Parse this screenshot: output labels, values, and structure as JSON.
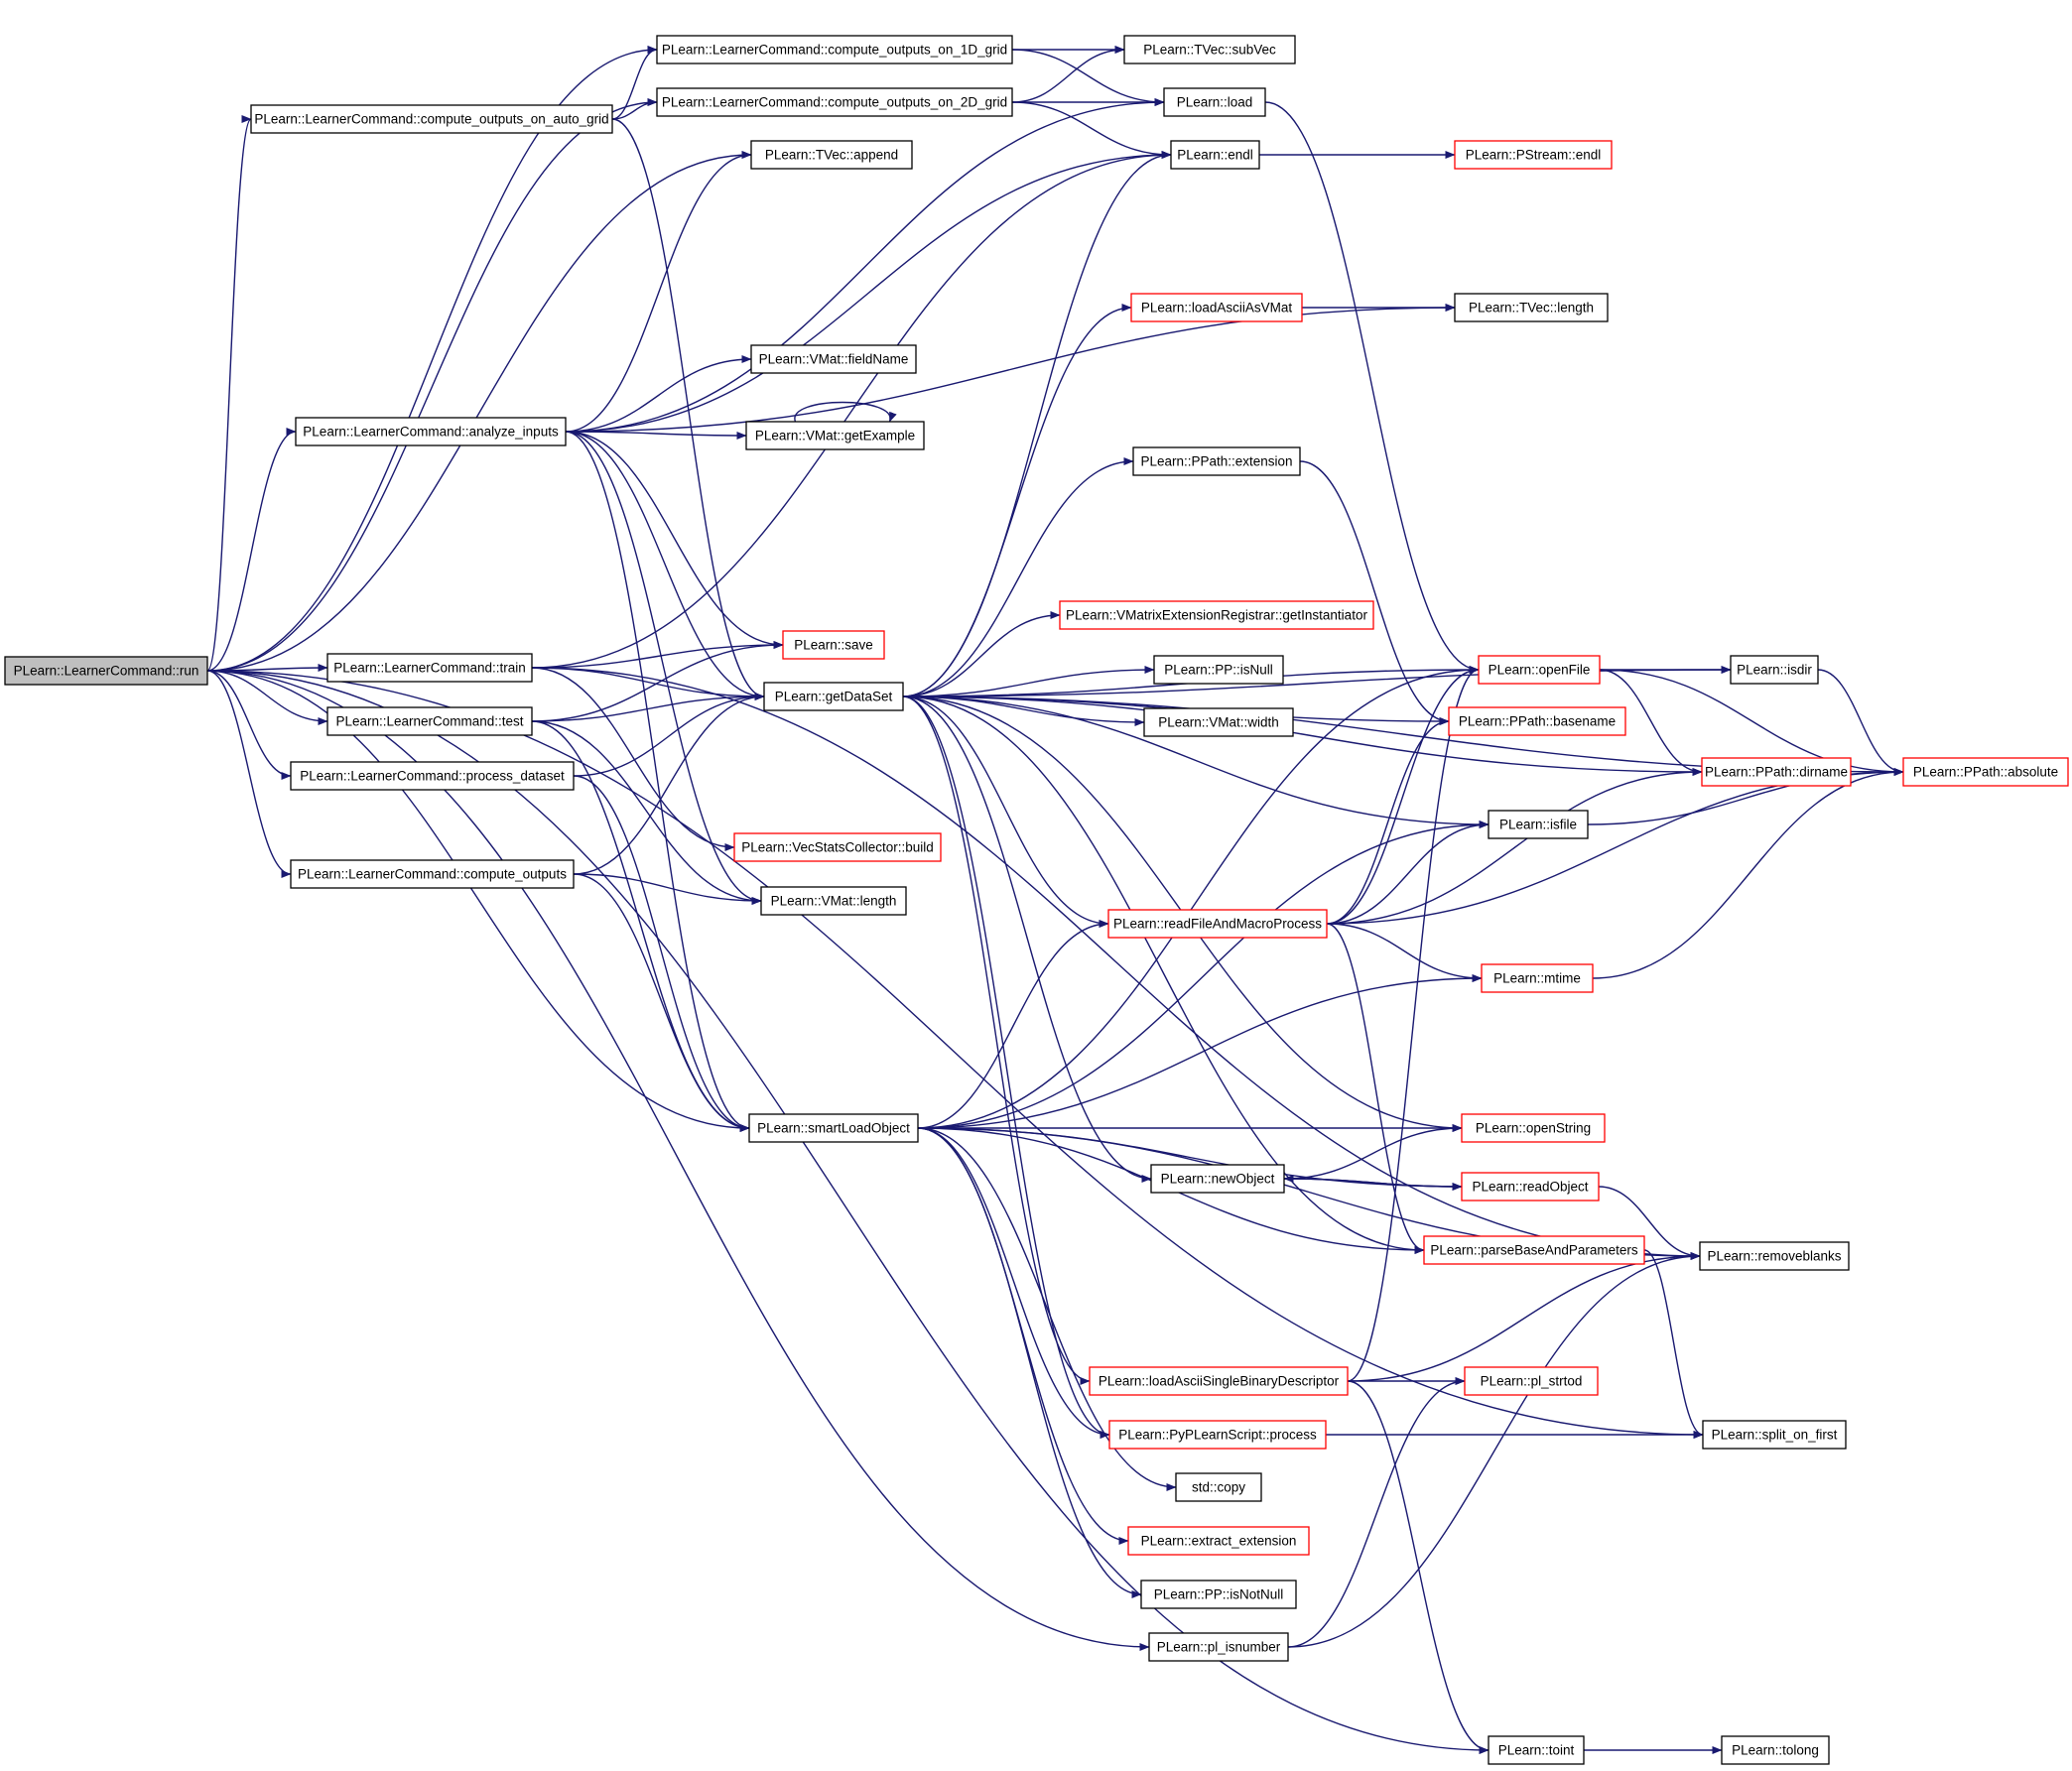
{
  "colors": {
    "edge": "#191970",
    "node_border": "#000000",
    "node_border_red": "#ff0000",
    "root_fill": "#bfbfbf",
    "node_fill": "#ffffff"
  },
  "nodes": [
    {
      "id": "run",
      "label": "PLearn::LearnerCommand::run",
      "style": "root"
    },
    {
      "id": "c1d",
      "label": "PLearn::LearnerCommand::compute_outputs_on_1D_grid",
      "style": "black"
    },
    {
      "id": "cauto",
      "label": "PLearn::LearnerCommand::compute_outputs_on_auto_grid",
      "style": "black"
    },
    {
      "id": "c2d",
      "label": "PLearn::LearnerCommand::compute_outputs_on_2D_grid",
      "style": "black"
    },
    {
      "id": "tappend",
      "label": "PLearn::TVec::append",
      "style": "black"
    },
    {
      "id": "analyze",
      "label": "PLearn::LearnerCommand::analyze_inputs",
      "style": "black"
    },
    {
      "id": "fieldname",
      "label": "PLearn::VMat::fieldName",
      "style": "black"
    },
    {
      "id": "getex",
      "label": "PLearn::VMat::getExample",
      "style": "black"
    },
    {
      "id": "train",
      "label": "PLearn::LearnerCommand::train",
      "style": "black"
    },
    {
      "id": "save",
      "label": "PLearn::save",
      "style": "red"
    },
    {
      "id": "test",
      "label": "PLearn::LearnerCommand::test",
      "style": "black"
    },
    {
      "id": "getds",
      "label": "PLearn::getDataSet",
      "style": "black"
    },
    {
      "id": "procds",
      "label": "PLearn::LearnerCommand::process_dataset",
      "style": "black"
    },
    {
      "id": "vsbuild",
      "label": "PLearn::VecStatsCollector::build",
      "style": "red"
    },
    {
      "id": "cout",
      "label": "PLearn::LearnerCommand::compute_outputs",
      "style": "black"
    },
    {
      "id": "vlength",
      "label": "PLearn::VMat::length",
      "style": "black"
    },
    {
      "id": "smart",
      "label": "PLearn::smartLoadObject",
      "style": "black"
    },
    {
      "id": "subvec",
      "label": "PLearn::TVec::subVec",
      "style": "black"
    },
    {
      "id": "load",
      "label": "PLearn::load",
      "style": "black"
    },
    {
      "id": "endl",
      "label": "PLearn::endl",
      "style": "black"
    },
    {
      "id": "psendl",
      "label": "PLearn::PStream::endl",
      "style": "red"
    },
    {
      "id": "loadascii",
      "label": "PLearn::loadAsciiAsVMat",
      "style": "red"
    },
    {
      "id": "tlength",
      "label": "PLearn::TVec::length",
      "style": "black"
    },
    {
      "id": "ext",
      "label": "PLearn::PPath::extension",
      "style": "black"
    },
    {
      "id": "vmreg",
      "label": "PLearn::VMatrixExtensionRegistrar::getInstantiator",
      "style": "red"
    },
    {
      "id": "isnull",
      "label": "PLearn::PP::isNull",
      "style": "black"
    },
    {
      "id": "vwidth",
      "label": "PLearn::VMat::width",
      "style": "black"
    },
    {
      "id": "readfile",
      "label": "PLearn::readFileAndMacroProcess",
      "style": "red"
    },
    {
      "id": "openfile",
      "label": "PLearn::openFile",
      "style": "red"
    },
    {
      "id": "basename",
      "label": "PLearn::PPath::basename",
      "style": "red"
    },
    {
      "id": "isdir",
      "label": "PLearn::isdir",
      "style": "black"
    },
    {
      "id": "dirname",
      "label": "PLearn::PPath::dirname",
      "style": "red"
    },
    {
      "id": "absolute",
      "label": "PLearn::PPath::absolute",
      "style": "red"
    },
    {
      "id": "isfile",
      "label": "PLearn::isfile",
      "style": "black"
    },
    {
      "id": "mtime",
      "label": "PLearn::mtime",
      "style": "red"
    },
    {
      "id": "openstr",
      "label": "PLearn::openString",
      "style": "red"
    },
    {
      "id": "newobj",
      "label": "PLearn::newObject",
      "style": "black"
    },
    {
      "id": "readobj",
      "label": "PLearn::readObject",
      "style": "red"
    },
    {
      "id": "parsebase",
      "label": "PLearn::parseBaseAndParameters",
      "style": "red"
    },
    {
      "id": "removeblanks",
      "label": "PLearn::removeblanks",
      "style": "black"
    },
    {
      "id": "loadbin",
      "label": "PLearn::loadAsciiSingleBinaryDescriptor",
      "style": "red"
    },
    {
      "id": "plstrtod",
      "label": "PLearn::pl_strtod",
      "style": "red"
    },
    {
      "id": "pyproc",
      "label": "PLearn::PyPLearnScript::process",
      "style": "red"
    },
    {
      "id": "split",
      "label": "PLearn::split_on_first",
      "style": "black"
    },
    {
      "id": "stdcopy",
      "label": "std::copy",
      "style": "black"
    },
    {
      "id": "extract",
      "label": "PLearn::extract_extension",
      "style": "red"
    },
    {
      "id": "isnotnull",
      "label": "PLearn::PP::isNotNull",
      "style": "black"
    },
    {
      "id": "plisnum",
      "label": "PLearn::pl_isnumber",
      "style": "black"
    },
    {
      "id": "toint",
      "label": "PLearn::toint",
      "style": "black"
    },
    {
      "id": "tolong",
      "label": "PLearn::tolong",
      "style": "black"
    }
  ],
  "edges": [
    [
      "run",
      "c1d"
    ],
    [
      "run",
      "cauto"
    ],
    [
      "run",
      "c2d"
    ],
    [
      "run",
      "tappend"
    ],
    [
      "run",
      "analyze"
    ],
    [
      "run",
      "train"
    ],
    [
      "run",
      "test"
    ],
    [
      "run",
      "procds"
    ],
    [
      "run",
      "cout"
    ],
    [
      "run",
      "smart"
    ],
    [
      "run",
      "plisnum"
    ],
    [
      "run",
      "toint"
    ],
    [
      "run",
      "split"
    ],
    [
      "cauto",
      "c1d"
    ],
    [
      "cauto",
      "c2d"
    ],
    [
      "cauto",
      "getds"
    ],
    [
      "c1d",
      "subvec"
    ],
    [
      "c1d",
      "load"
    ],
    [
      "c2d",
      "subvec"
    ],
    [
      "c2d",
      "load"
    ],
    [
      "c2d",
      "endl"
    ],
    [
      "analyze",
      "tappend"
    ],
    [
      "analyze",
      "fieldname"
    ],
    [
      "analyze",
      "getex"
    ],
    [
      "analyze",
      "endl"
    ],
    [
      "analyze",
      "load"
    ],
    [
      "analyze",
      "tlength"
    ],
    [
      "analyze",
      "save"
    ],
    [
      "analyze",
      "getds"
    ],
    [
      "analyze",
      "smart"
    ],
    [
      "analyze",
      "vlength"
    ],
    [
      "getex",
      "getex"
    ],
    [
      "train",
      "save"
    ],
    [
      "train",
      "getds"
    ],
    [
      "train",
      "endl"
    ],
    [
      "train",
      "vsbuild"
    ],
    [
      "train",
      "removeblanks"
    ],
    [
      "test",
      "save"
    ],
    [
      "test",
      "getds"
    ],
    [
      "test",
      "vlength"
    ],
    [
      "test",
      "smart"
    ],
    [
      "procds",
      "getds"
    ],
    [
      "procds",
      "smart"
    ],
    [
      "cout",
      "getds"
    ],
    [
      "cout",
      "vlength"
    ],
    [
      "cout",
      "smart"
    ],
    [
      "getds",
      "endl"
    ],
    [
      "getds",
      "loadascii"
    ],
    [
      "getds",
      "ext"
    ],
    [
      "getds",
      "vmreg"
    ],
    [
      "getds",
      "isnull"
    ],
    [
      "getds",
      "vwidth"
    ],
    [
      "getds",
      "dirname"
    ],
    [
      "getds",
      "basename"
    ],
    [
      "getds",
      "isfile"
    ],
    [
      "getds",
      "isdir"
    ],
    [
      "getds",
      "absolute"
    ],
    [
      "getds",
      "readfile"
    ],
    [
      "getds",
      "newobj"
    ],
    [
      "getds",
      "openstr"
    ],
    [
      "getds",
      "parsebase"
    ],
    [
      "getds",
      "loadbin"
    ],
    [
      "getds",
      "pyproc"
    ],
    [
      "getds",
      "openfile"
    ],
    [
      "loadascii",
      "tlength"
    ],
    [
      "endl",
      "psendl"
    ],
    [
      "load",
      "openfile"
    ],
    [
      "ext",
      "basename"
    ],
    [
      "openfile",
      "isdir"
    ],
    [
      "openfile",
      "dirname"
    ],
    [
      "openfile",
      "absolute"
    ],
    [
      "isdir",
      "absolute"
    ],
    [
      "isfile",
      "absolute"
    ],
    [
      "readfile",
      "openfile"
    ],
    [
      "readfile",
      "basename"
    ],
    [
      "readfile",
      "isfile"
    ],
    [
      "readfile",
      "dirname"
    ],
    [
      "readfile",
      "absolute"
    ],
    [
      "readfile",
      "mtime"
    ],
    [
      "readfile",
      "parsebase"
    ],
    [
      "mtime",
      "absolute"
    ],
    [
      "smart",
      "openfile"
    ],
    [
      "smart",
      "isfile"
    ],
    [
      "smart",
      "readfile"
    ],
    [
      "smart",
      "mtime"
    ],
    [
      "smart",
      "openstr"
    ],
    [
      "smart",
      "readobj"
    ],
    [
      "smart",
      "parsebase"
    ],
    [
      "smart",
      "pyproc"
    ],
    [
      "smart",
      "stdcopy"
    ],
    [
      "smart",
      "extract"
    ],
    [
      "smart",
      "isnotnull"
    ],
    [
      "smart",
      "removeblanks"
    ],
    [
      "newobj",
      "openstr"
    ],
    [
      "newobj",
      "readobj"
    ],
    [
      "readobj",
      "newobj"
    ],
    [
      "readobj",
      "removeblanks"
    ],
    [
      "parsebase",
      "split"
    ],
    [
      "loadbin",
      "openfile"
    ],
    [
      "loadbin",
      "removeblanks"
    ],
    [
      "loadbin",
      "plstrtod"
    ],
    [
      "loadbin",
      "toint"
    ],
    [
      "pyproc",
      "split"
    ],
    [
      "plisnum",
      "plstrtod"
    ],
    [
      "plisnum",
      "removeblanks"
    ],
    [
      "toint",
      "tolong"
    ]
  ]
}
